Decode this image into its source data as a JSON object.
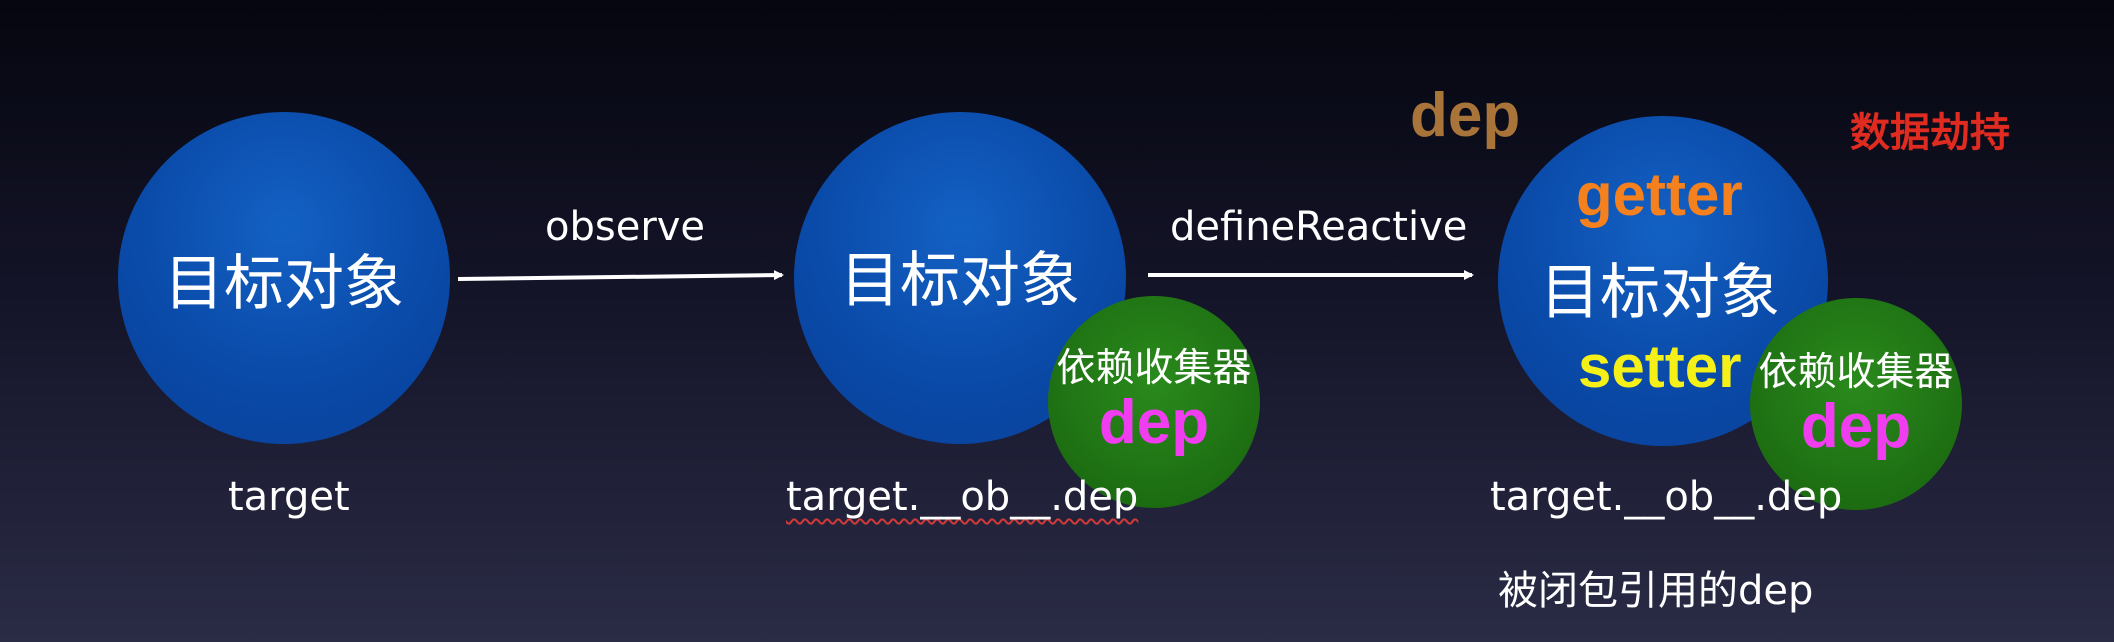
{
  "stage1": {
    "circle_text": "目标对象",
    "caption": "target"
  },
  "arrow1": {
    "label": "observe"
  },
  "stage2": {
    "circle_text": "目标对象",
    "collector_text": "依赖收集器",
    "collector_dep": "dep",
    "caption": "target.__ob__.dep"
  },
  "arrow2": {
    "label": "defineReactive"
  },
  "stage3": {
    "top_dep": "dep",
    "getter": "getter",
    "circle_text": "目标对象",
    "setter": "setter",
    "collector_text": "依赖收集器",
    "collector_dep": "dep",
    "caption": "target.__ob__.dep",
    "closure_caption": "被闭包引用的dep"
  },
  "hijack_label": "数据劫持",
  "colors": {
    "blue_circle": "#0a4aa8",
    "green_circle": "#1d6e12",
    "dep_magenta": "#f03df0",
    "getter_orange": "#f5801e",
    "setter_yellow": "#f5f018",
    "top_dep_brown": "#a8743a",
    "hijack_red": "#e02b20"
  }
}
